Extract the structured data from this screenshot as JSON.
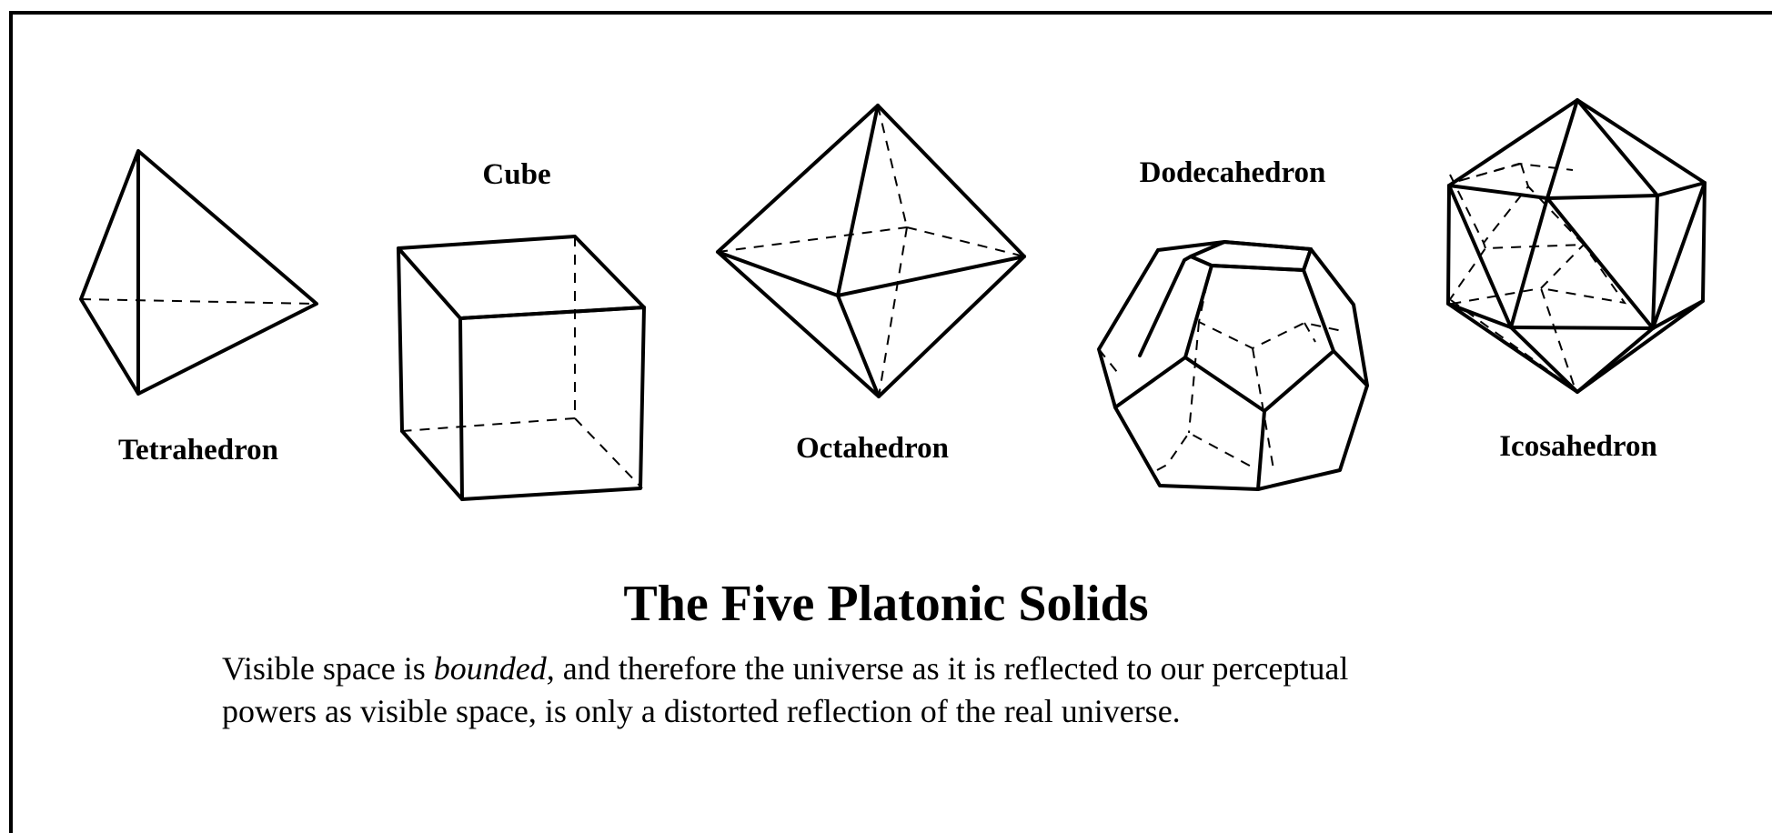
{
  "solids": [
    {
      "id": "tetrahedron",
      "label": "Tetrahedron"
    },
    {
      "id": "cube",
      "label": "Cube"
    },
    {
      "id": "octahedron",
      "label": "Octahedron"
    },
    {
      "id": "dodecahedron",
      "label": "Dodecahedron"
    },
    {
      "id": "icosahedron",
      "label": "Icosahedron"
    }
  ],
  "title": "The Five Platonic Solids",
  "caption": {
    "line1_before": "Visible space is ",
    "line1_emphasis": "bounded,",
    "line1_after": " and therefore the universe as it is reflected to our perceptual",
    "line2": "powers as visible space, is only a distorted reflection of the real universe."
  }
}
